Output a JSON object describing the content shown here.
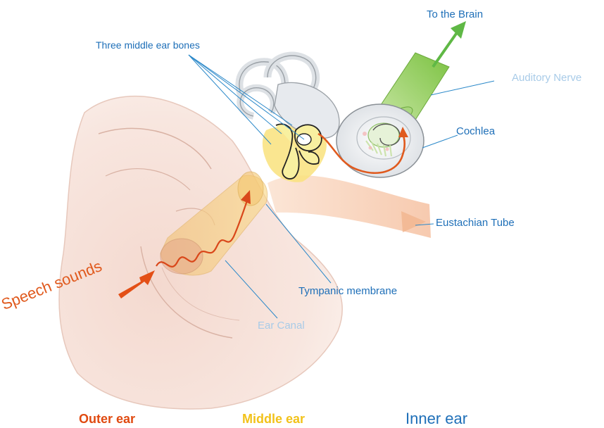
{
  "labels": {
    "to_brain": "To the Brain",
    "middle_bones": "Three middle ear bones",
    "auditory_nerve": "Auditory Nerve",
    "cochlea": "Cochlea",
    "eustachian": "Eustachian Tube",
    "tympanic": "Tympanic membrane",
    "ear_canal": "Ear Canal",
    "speech": "Speech sounds"
  },
  "sections": {
    "outer": "Outer ear",
    "middle": "Middle ear",
    "inner": "Inner ear"
  },
  "colors": {
    "outer_ear": "#e04a10",
    "middle_ear": "#f2c21a",
    "inner_ear": "#1e6fb8",
    "label_blue": "#1e6fb8",
    "label_light_blue": "#a8cbe8",
    "nerve_green": "#7cc242",
    "sound_wave": "#e05a1e"
  }
}
